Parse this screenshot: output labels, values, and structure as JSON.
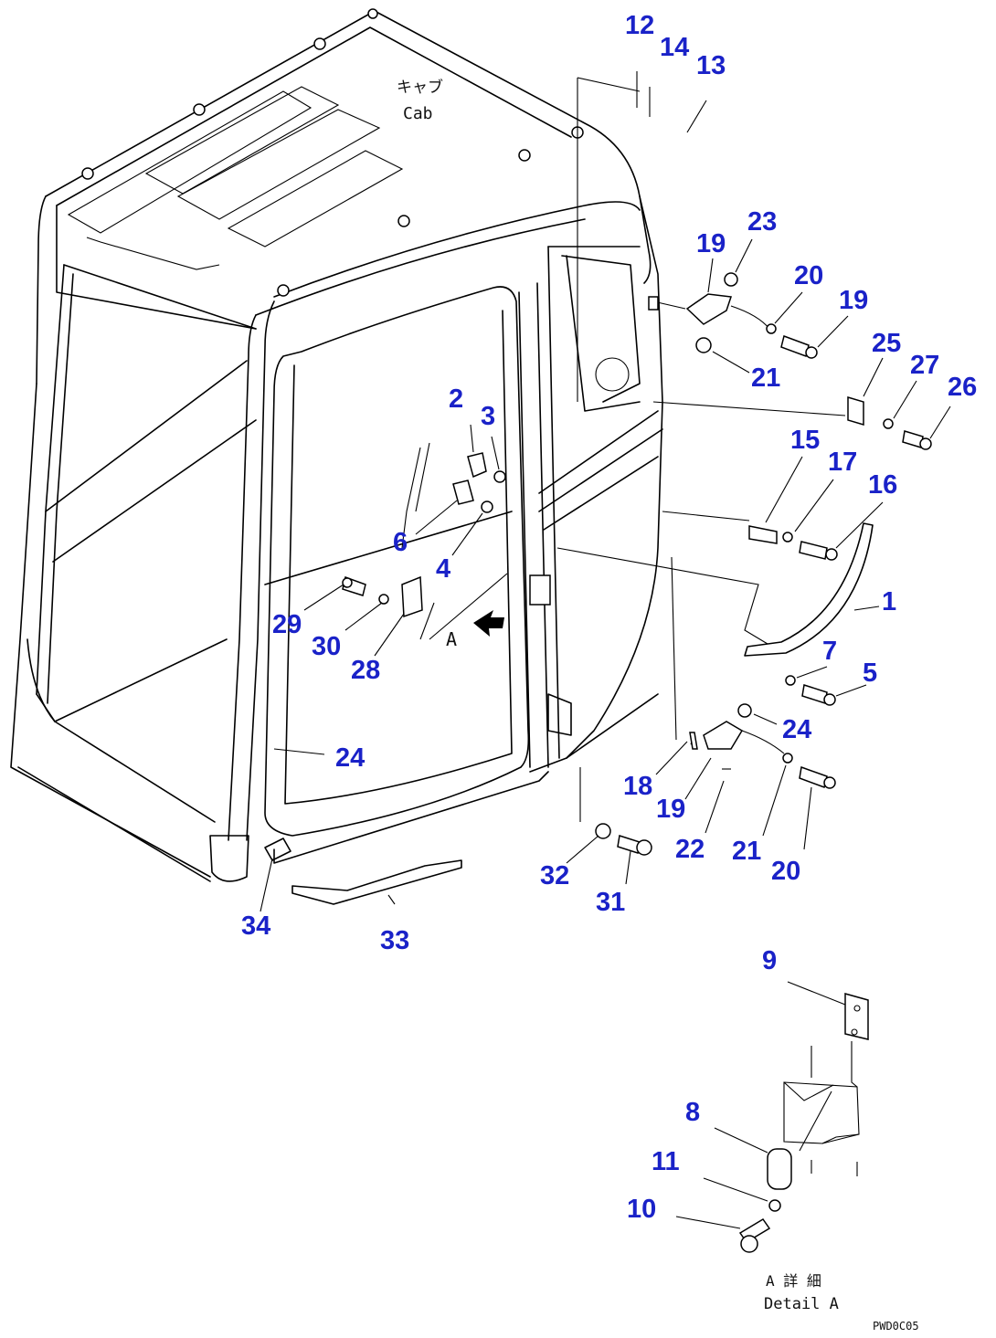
{
  "labels": {
    "cap_jp": "キャブ",
    "cap_en": "Cab",
    "detail_jp": "A 詳 細",
    "detail_en": "Detail A",
    "section_marker": "A",
    "drawing_code": "PWD0C05"
  },
  "callouts": [
    "1",
    "2",
    "3",
    "4",
    "5",
    "6",
    "7",
    "8",
    "9",
    "10",
    "11",
    "12",
    "13",
    "14",
    "15",
    "16",
    "17",
    "18",
    "19",
    "19",
    "20",
    "20",
    "21",
    "21",
    "22",
    "22",
    "23",
    "23",
    "24",
    "25",
    "26",
    "27",
    "28",
    "29",
    "30",
    "31",
    "32",
    "33",
    "34"
  ],
  "colors": {
    "callout": "#1a22c8",
    "line": "#000000"
  }
}
